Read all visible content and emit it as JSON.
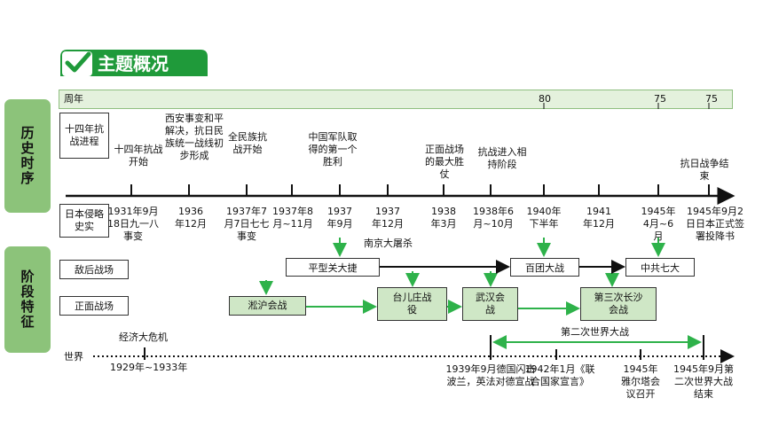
{
  "header": {
    "title": "主题概况"
  },
  "side_labels": {
    "history": "历史时序",
    "stage": "阶段特征"
  },
  "year_bar": {
    "label": "周年",
    "marks": [
      "80",
      "75",
      "75"
    ]
  },
  "row_labels": {
    "china_war": "十四年抗战进程",
    "japan": "日本侵略史实",
    "rear": "敌后战场",
    "front": "正面战场",
    "world": "世界"
  },
  "top_events": [
    "十四年抗战开始",
    "西安事变和平解决，抗日民族统一战线初步形成",
    "全民族抗战开始",
    "中国军队取得的第一个胜利",
    "正面战场的最大胜仗",
    "抗战进入相持阶段",
    "抗日战争结束"
  ],
  "timeline_dates": [
    "1931年9月18日九一八事变",
    "1936年12月",
    "1937年7月7日七七事变",
    "1937年8月~11月",
    "1937年9月",
    "1937年12月",
    "1938年3月",
    "1938年6月~10月",
    "1940年下半年",
    "1941年12月",
    "1945年4月~6月",
    "1945年9月2日日本正式签署投降书"
  ],
  "nanjing": "南京大屠杀",
  "battles": {
    "pingxingguan": "平型关大捷",
    "baituan": "百团大战",
    "zhonggong7": "中共七大",
    "songhu": "淞沪会战",
    "taierzhuang": "台儿庄战役",
    "wuhan": "武汉会战",
    "changsha3": "第三次长沙会战"
  },
  "world": {
    "ww2": "第二次世界大战",
    "crisis": "经济大危机",
    "crisis_years": "1929年~1933年",
    "events": [
      "1939年9月德国闪击波兰，英法对德宣战",
      "1942年1月《联合国家宣言》",
      "1945年雅尔塔会议召开",
      "1945年9月第二次世界大战结束"
    ]
  }
}
